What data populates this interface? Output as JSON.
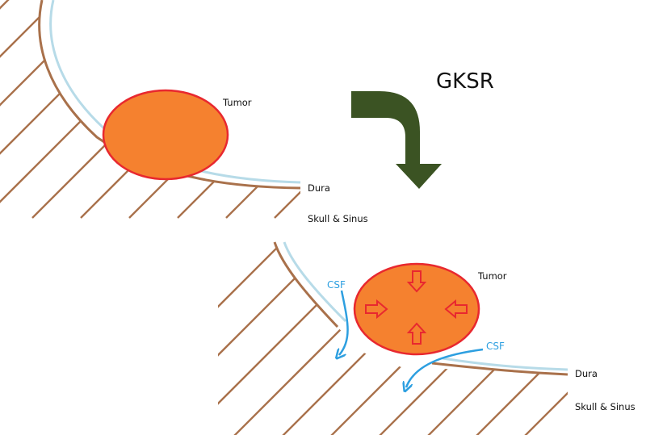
{
  "title": "GKSR",
  "colors": {
    "bone": "#a9714b",
    "dura": "#b7dbe8",
    "tumor_fill": "#f5812f",
    "tumor_stroke": "#e8282f",
    "arrow": "#3b5323",
    "csf": "#2d9fe0",
    "pressure_arrow": "#e8282f"
  },
  "before": {
    "tumor_label": "Tumor",
    "dura_label": "Dura",
    "bone_label": "Skull & Sinus"
  },
  "after": {
    "tumor_label": "Tumor",
    "dura_label": "Dura",
    "bone_label": "Skull & Sinus",
    "csf_labels": [
      "CSF",
      "CSF"
    ]
  },
  "icons": {
    "transition": "curved-down-arrow-icon",
    "shrink": "inward-arrows-icon",
    "flow": "csf-flow-arrow-icon"
  }
}
